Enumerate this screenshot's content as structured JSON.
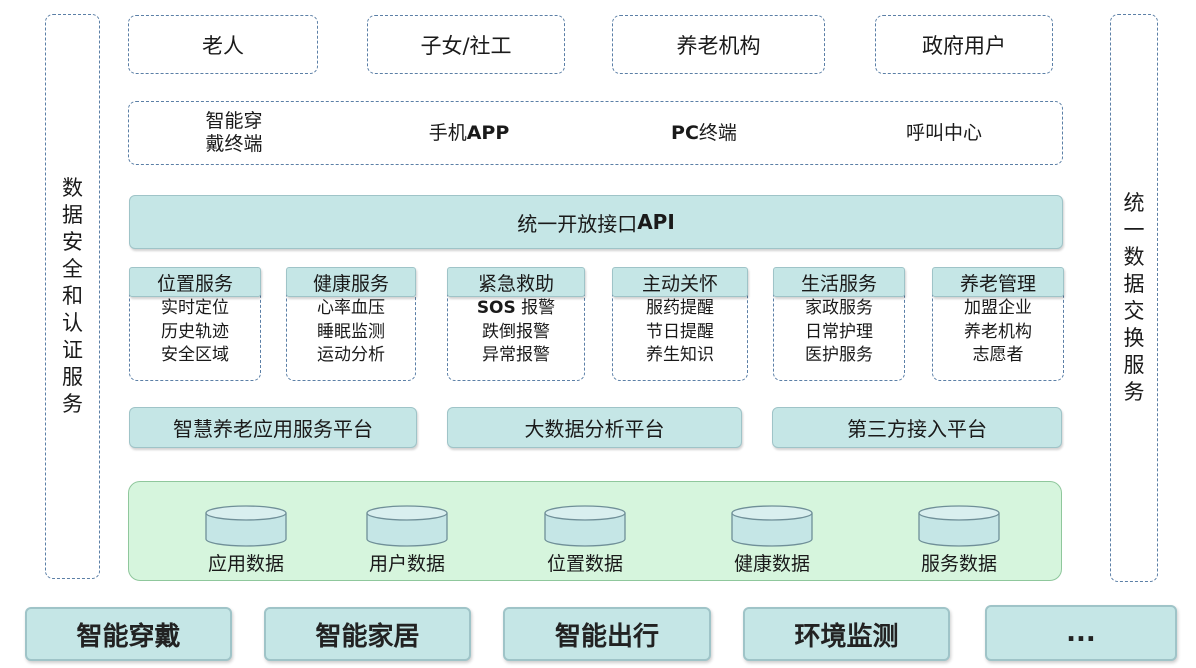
{
  "left_side": "数据安全和认证服务",
  "right_side": "统一数据交换服务",
  "users": [
    "老人",
    "子女/社工",
    "养老机构",
    "政府用户"
  ],
  "terminals": {
    "wearable_line1": "智能穿",
    "wearable_line2": "戴终端",
    "mobile_prefix": "手机",
    "mobile_suffix": "APP",
    "pc_prefix": "PC",
    "pc_suffix": "终端",
    "call_center": "呼叫中心"
  },
  "api": {
    "prefix": "统一开放接口",
    "suffix": "API"
  },
  "services": [
    {
      "title": "位置服务",
      "items": [
        "实时定位",
        "历史轨迹",
        "安全区域"
      ]
    },
    {
      "title": "健康服务",
      "items": [
        "心率血压",
        "睡眠监测",
        "运动分析"
      ]
    },
    {
      "title": "紧急救助",
      "items": [
        "SOS 报警",
        "跌倒报警",
        "异常报警"
      ]
    },
    {
      "title": "主动关怀",
      "items": [
        "服药提醒",
        "节日提醒",
        "养生知识"
      ]
    },
    {
      "title": "生活服务",
      "items": [
        "家政服务",
        "日常护理",
        "医护服务"
      ]
    },
    {
      "title": "养老管理",
      "items": [
        "加盟企业",
        "养老机构",
        "志愿者"
      ]
    }
  ],
  "platforms": [
    "智慧养老应用服务平台",
    "大数据分析平台",
    "第三方接入平台"
  ],
  "databases": [
    "应用数据",
    "用户数据",
    "位置数据",
    "健康数据",
    "服务数据"
  ],
  "devices": [
    "智能穿戴",
    "智能家居",
    "智能出行",
    "环境监测",
    "..."
  ],
  "colors": {
    "teal_fill": "#c5e6e6",
    "green_fill": "#d6f5dd",
    "dashed_border": "#5b7fa6"
  }
}
